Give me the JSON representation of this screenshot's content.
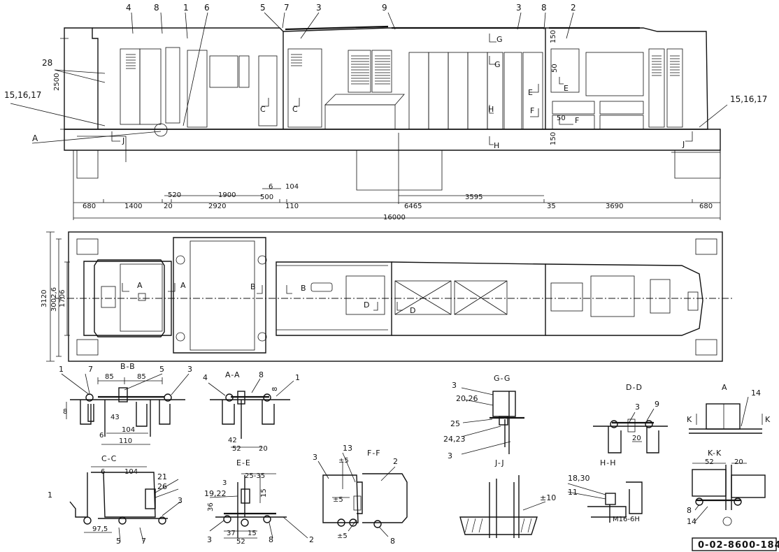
{
  "side_view": {
    "part_labels": [
      "4",
      "8",
      "1",
      "6",
      "5",
      "7",
      "3",
      "9",
      "3",
      "8",
      "2",
      "28",
      "15,16,17",
      "15,16,17",
      "A",
      "J",
      "J",
      "C",
      "C",
      "G",
      "G",
      "E",
      "E",
      "H",
      "H",
      "F",
      "F"
    ],
    "height_dims": [
      "2500",
      "150",
      "50",
      "50",
      "150"
    ],
    "length_dims": [
      "680",
      "1400",
      "20",
      "520",
      "1900",
      "2920",
      "6",
      "104",
      "500",
      "110",
      "6465",
      "3595",
      "35",
      "3690",
      "680",
      "16000"
    ]
  },
  "top_view": {
    "width_dims": [
      "3120",
      "3002,6",
      "1706"
    ],
    "section_letters": [
      "A",
      "A",
      "B",
      "B",
      "D",
      "D"
    ]
  },
  "sections": {
    "bb": {
      "title": "B-B",
      "labels": [
        "1",
        "7",
        "5",
        "3"
      ],
      "dims": [
        "85",
        "85",
        "8",
        "43",
        "104",
        "6",
        "110"
      ]
    },
    "aa": {
      "title": "A-A",
      "labels": [
        "4",
        "8",
        "1"
      ],
      "dims": [
        "8",
        "42",
        "52",
        "20"
      ]
    },
    "cc": {
      "title": "C-C",
      "labels": [
        "1",
        "21",
        "26",
        "3",
        "5",
        "7"
      ],
      "dims": [
        "6",
        "104",
        "97,5"
      ]
    },
    "ee": {
      "title": "E-E",
      "labels": [
        "19,22",
        "3",
        "8",
        "2"
      ],
      "dims": [
        "25-35",
        "3",
        "15",
        "36",
        "37",
        "15",
        "52"
      ]
    },
    "ff": {
      "title": "F-F",
      "labels": [
        "3",
        "13",
        "2",
        "8"
      ],
      "dims": [
        "±5",
        "±5",
        "±5"
      ]
    },
    "gg": {
      "title": "G-G",
      "labels": [
        "3",
        "20,26",
        "25",
        "24,23",
        "3"
      ]
    },
    "jj": {
      "title": "J-J",
      "dims": [
        "±10"
      ]
    },
    "dd": {
      "title": "D-D",
      "labels": [
        "3",
        "9"
      ],
      "dims": [
        "20"
      ]
    },
    "hh": {
      "title": "H-H",
      "labels": [
        "18,30",
        "11"
      ],
      "dims": [
        "M16-6H"
      ]
    },
    "a": {
      "title": "A",
      "labels": [
        "14",
        "K",
        "K"
      ]
    },
    "kk": {
      "title": "K-K",
      "labels": [
        "8",
        "14"
      ],
      "dims": [
        "52",
        "20"
      ]
    }
  },
  "drawing_number": "0-02-8600-184"
}
